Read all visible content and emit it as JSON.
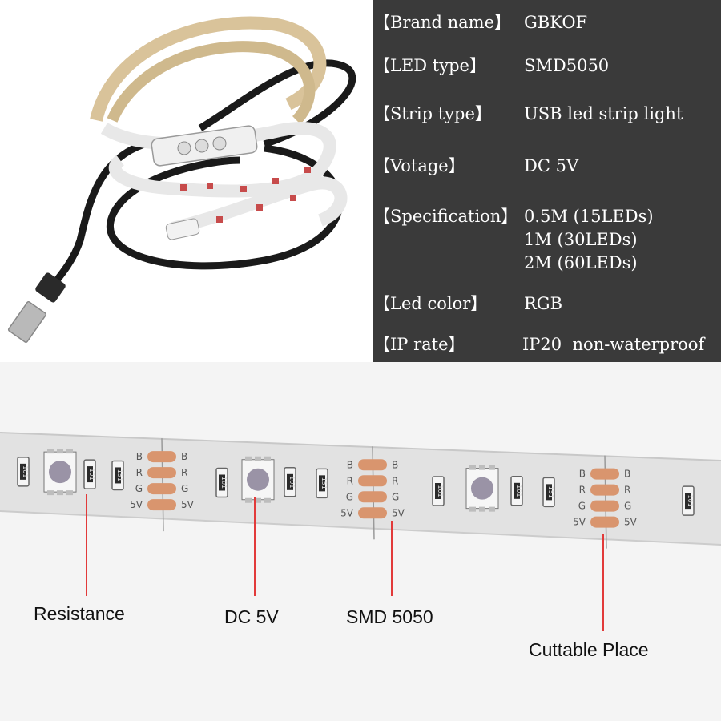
{
  "specs": [
    {
      "label": "【Brand name】",
      "value": [
        "GBKOF"
      ]
    },
    {
      "label": "【LED type】",
      "value": [
        "SMD5050"
      ]
    },
    {
      "label": "【Strip type】",
      "value": [
        "USB led strip light"
      ]
    },
    {
      "label": "【Votage】",
      "value": [
        "DC 5V"
      ]
    },
    {
      "label": "【Specification】",
      "value": [
        "0.5M (15LEDs)",
        "1M (30LEDs)",
        "2M (60LEDs)"
      ]
    },
    {
      "label": "【Led color】",
      "value": [
        "RGB"
      ]
    },
    {
      "label": "【IP rate】",
      "value": [
        "IP20  non-waterproof"
      ]
    }
  ],
  "callouts": {
    "resistance": "Resistance",
    "dc5v": "DC 5V",
    "smd": "SMD 5050",
    "cut": "Cuttable Place"
  },
  "pad_labels": [
    "B",
    "R",
    "G",
    "5V"
  ],
  "resistor_codes": [
    "101",
    "151"
  ],
  "colors": {
    "panel": "#3a3a3a",
    "strip": "#e2e2e2",
    "pad": "#d9956e",
    "pointer": "#e23a3a",
    "cable": "#1a1a1a",
    "tape_back": "#d9c39a"
  }
}
